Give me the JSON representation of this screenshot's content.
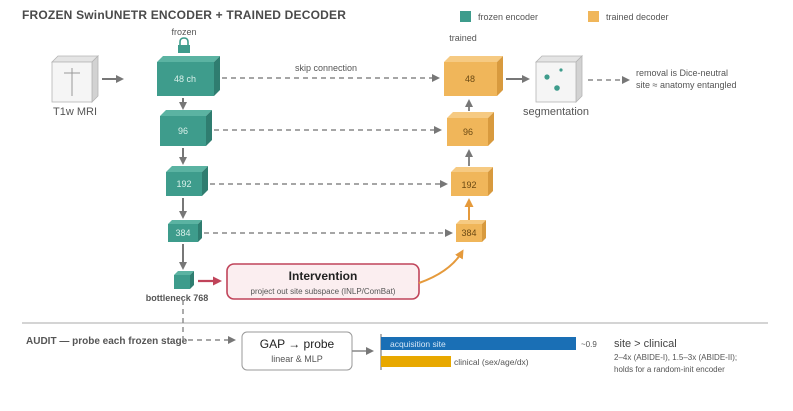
{
  "title": "FROZEN SwinUNETR ENCODER + TRAINED DECODER",
  "legend": {
    "encoder_label": "frozen encoder",
    "decoder_label": "trained decoder",
    "encoder_color": "#3e9c8c",
    "decoder_color": "#f0b65a"
  },
  "labels": {
    "frozen": "frozen",
    "trained": "trained",
    "skip": "skip connection",
    "input": "T1w MRI",
    "output": "segmentation",
    "bottleneck": "bottleneck 768"
  },
  "note": {
    "line1": "removal is Dice-neutral",
    "line2": "site ≈ anatomy entangled"
  },
  "encoder": [
    "48 ch",
    "96",
    "192",
    "384"
  ],
  "decoder": [
    "48",
    "96",
    "192",
    "384"
  ],
  "intervention": {
    "title": "Intervention",
    "subtitle": "project out site subspace (INLP/ComBat)"
  },
  "audit": {
    "label": "AUDIT — probe each frozen stage",
    "probe_title": "GAP → probe",
    "probe_subtitle": "linear & MLP",
    "bar1_label": "acquisition site",
    "bar1_value": "~0.9",
    "bar2_label": "clinical (sex/age/dx)",
    "result_title": "site > clinical",
    "result_line1": "2–4x (ABIDE-I), 1.5–3x (ABIDE-II);",
    "result_line2": "holds for a random-init encoder",
    "bar1_color": "#1a6fb5",
    "bar2_color": "#e8a800"
  }
}
